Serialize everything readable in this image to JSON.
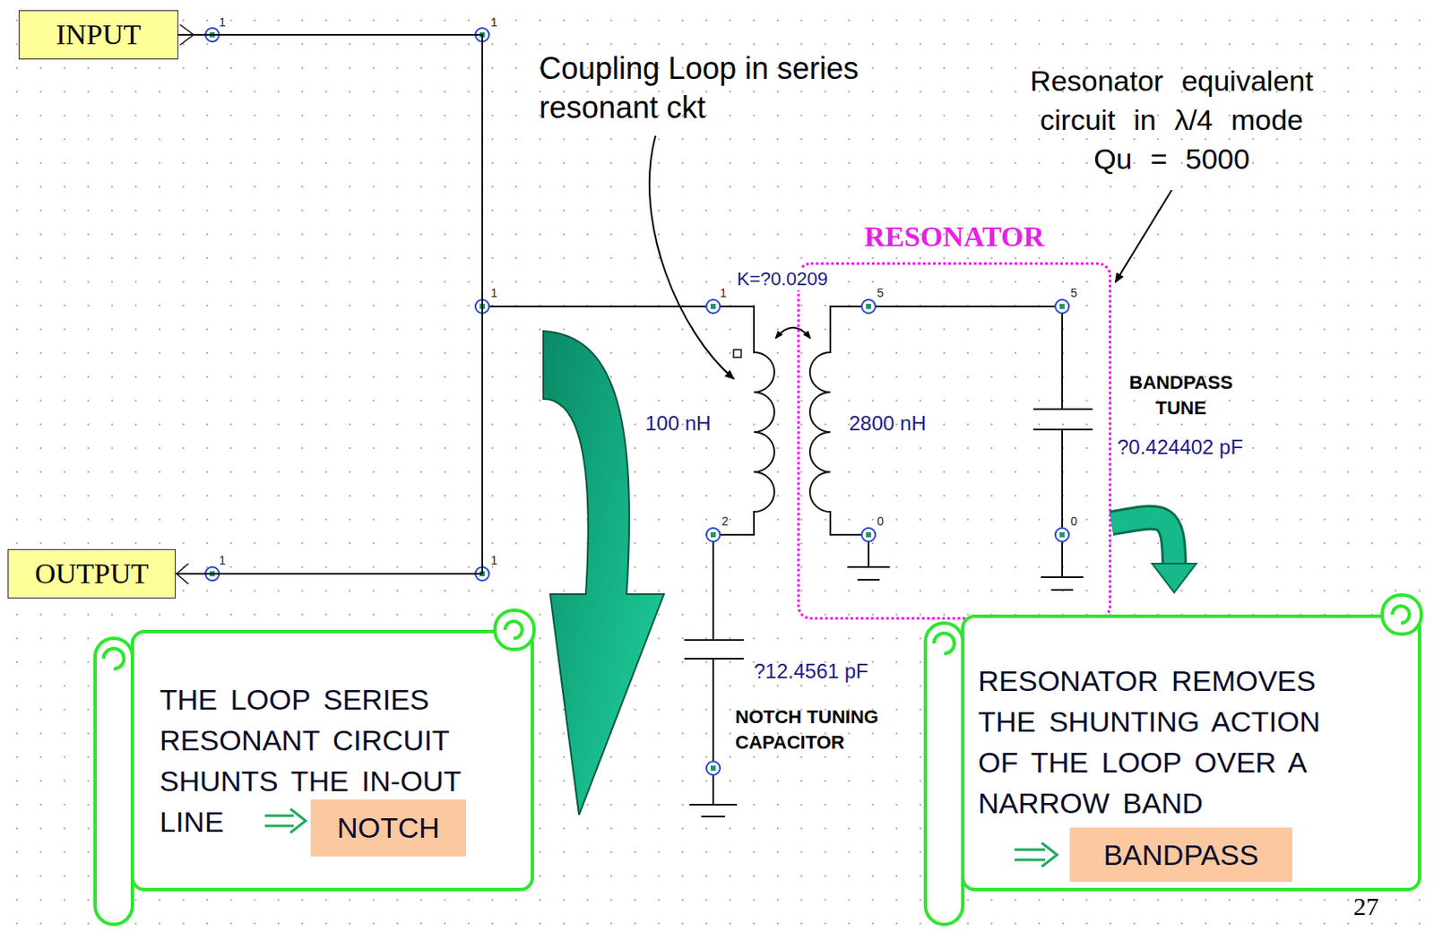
{
  "diagram": {
    "nodes": [
      {
        "text": [
          "INPUT"
        ]
      },
      {
        "text": [
          "OUTPUT"
        ]
      },
      {
        "text": [
          "RESONATOR"
        ]
      },
      {
        "text": [
          "THE LOOP SERIES RESONANT CIRCUIT SHUNTS THE IN-OUT LINE"
        ]
      },
      {
        "text": [
          "NOTCH"
        ],
        "in": 3
      },
      {
        "text": [
          "RESONATOR REMOVES THE SHUNTING ACTION OF THE LOOP OVER A NARROW BAND"
        ]
      },
      {
        "text": [
          "BANDPASS"
        ],
        "in": 5
      }
    ],
    "edges": [
      {
        "from": 0,
        "to": 1,
        "arrow": "none"
      },
      {
        "from": 2,
        "to": 5,
        "arrow": "to"
      }
    ],
    "labels": [
      "Coupling Loop in series resonant ckt",
      "Resonator equivalent circuit in λ/4 mode Qu = 5000",
      "K=?0.0209",
      "100 nH",
      "2800 nH",
      "BANDPASS TUNE",
      "?0.424402 pF",
      "?12.4561 pF",
      "NOTCH TUNING CAPACITOR",
      "27",
      "1",
      "1",
      "1",
      "1",
      "1",
      "1",
      "2",
      "5",
      "5",
      "0",
      "0"
    ]
  }
}
